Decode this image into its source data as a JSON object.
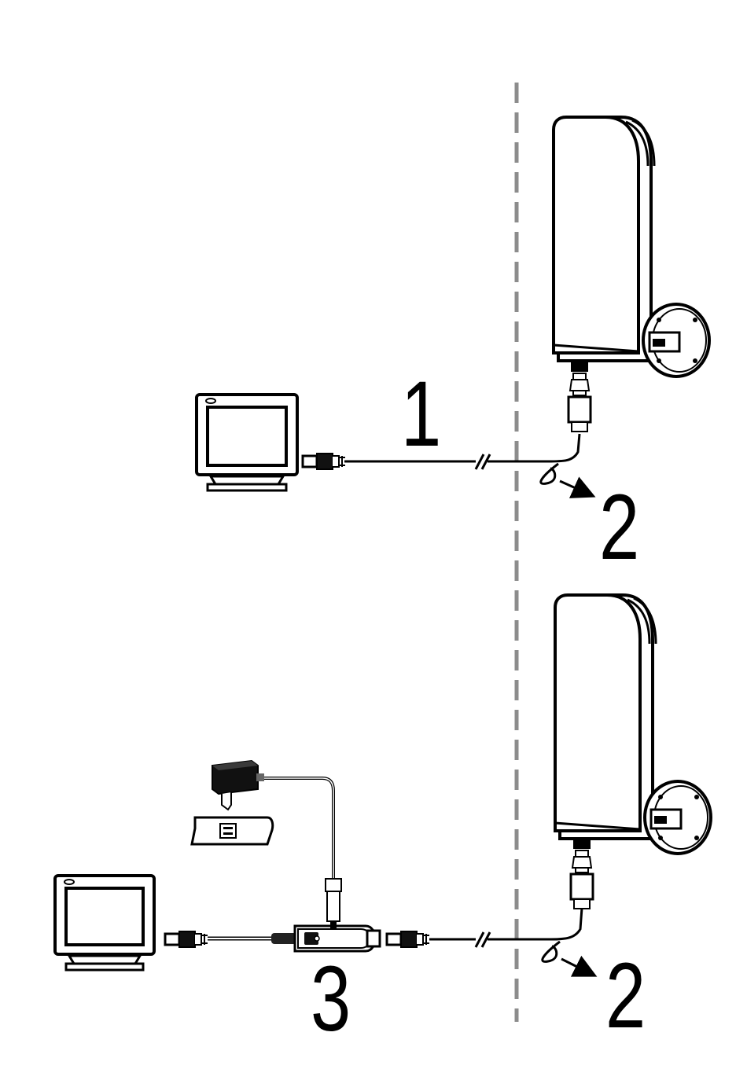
{
  "labels": {
    "top_cable": "1",
    "top_loop": "2",
    "amplifier": "3",
    "bottom_loop": "2"
  },
  "colors": {
    "line": "#000000",
    "wall": "#8c8c8c",
    "panel_fill": "#ffffff",
    "dark_fill": "#2a2a2a",
    "mid_fill": "#bdbdbd"
  },
  "icons": [
    "tv-icon",
    "antenna-icon",
    "wall-mount-icon",
    "coax-connector-icon",
    "power-adapter-icon",
    "wall-outlet-icon",
    "amplifier-icon",
    "arrow-icon"
  ]
}
